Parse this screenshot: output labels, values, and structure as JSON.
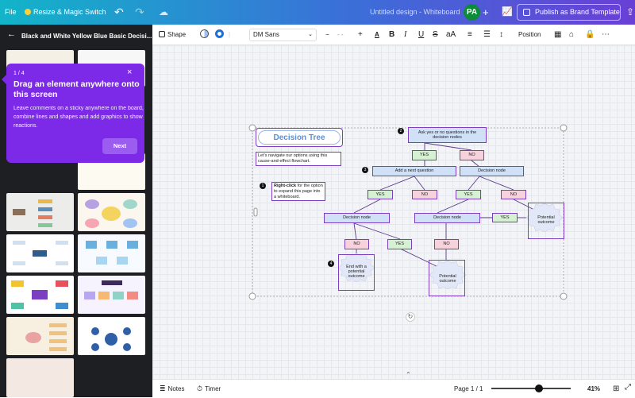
{
  "topbar": {
    "file_label": "File",
    "resize_label": "Resize & Magic Switch",
    "doc_title": "Untitled design - Whiteboard",
    "avatar_initials": "PA",
    "publish_label": "Publish as Brand Template",
    "colors": {
      "gradient_start": "#12b4c9",
      "gradient_end": "#6a3fd6"
    }
  },
  "side_panel": {
    "title": "Black and White Yellow Blue Basic Decisi..."
  },
  "tooltip": {
    "step": "1 / 4",
    "title": "Drag an element anywhere onto this screen",
    "body": "Leave comments on a sticky anywhere on the board, combine lines and shapes and add graphics to show reactions.",
    "next_label": "Next"
  },
  "toolbar": {
    "shape_label": "Shape",
    "font_name": "DM Sans",
    "font_size": "- -",
    "position_label": "Position"
  },
  "diagram": {
    "title": "Decision Tree",
    "intro": "Let's navigate our options using this cause-and-effect flowchart.",
    "tip_bold": "Right-click",
    "tip_rest": " for the option to expand this page into a whiteboard.",
    "root": "Ask yes or no questions in the decision nodes",
    "next_question": "Add a next question",
    "decision_node": "Decision node",
    "yes": "YES",
    "no": "NO",
    "potential_outcome": "Potential outcome",
    "end_outcome": "End with a potential outcome",
    "step_badges": [
      "1",
      "2",
      "3",
      "4"
    ]
  },
  "bottombar": {
    "notes_label": "Notes",
    "timer_label": "Timer",
    "page_label": "Page 1 / 1",
    "zoom_label": "41%",
    "zoom_fraction": 0.6
  }
}
